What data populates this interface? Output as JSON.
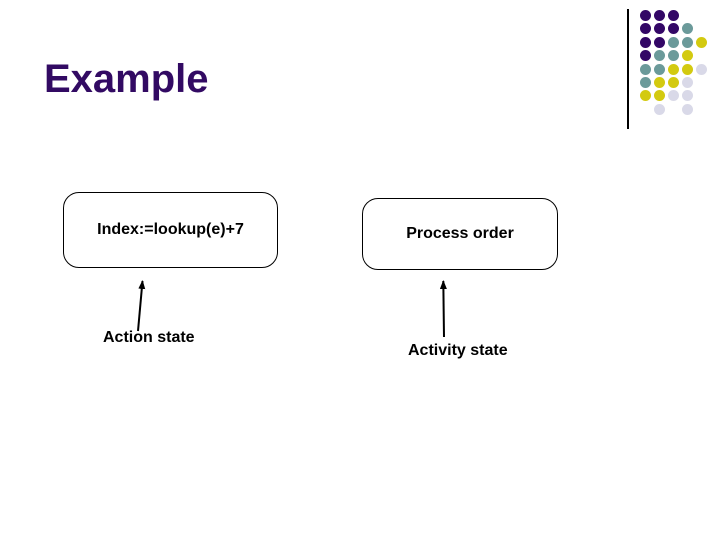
{
  "slide": {
    "title": "Example"
  },
  "diagram": {
    "nodes": [
      {
        "label": "Index:=lookup(e)+7",
        "caption": "Action state"
      },
      {
        "label": "Process order",
        "caption": "Activity state"
      }
    ]
  },
  "colors": {
    "title": "#320a63",
    "text": "#000000",
    "box_border": "#000000",
    "box_fill": "#ffffff",
    "arrow": "#000000"
  },
  "decoration": {
    "line_color": "#000000",
    "dot_colors": {
      "P": "#330766",
      "T": "#6b9a9a",
      "Y": "#d3ca10",
      "L": "#d9d9e8"
    },
    "dot_grid": [
      "PPP..",
      "PPPT.",
      "PPTTY",
      "PTTY.",
      "TTYYL",
      "TYYL.",
      "YYLL.",
      ".L.L."
    ]
  }
}
